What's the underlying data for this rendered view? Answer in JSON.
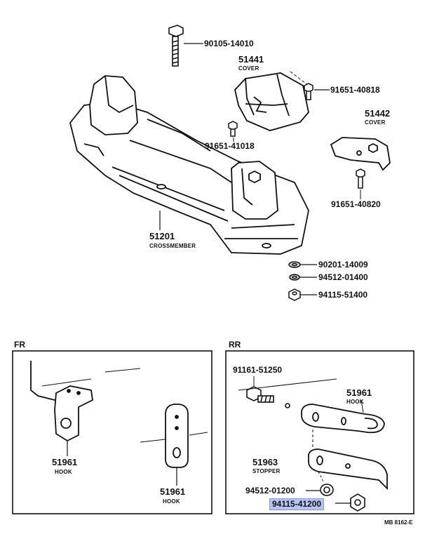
{
  "parts": {
    "bolt_top": "90105-14010",
    "cover1_num": "51441",
    "cover1_name": "COVER",
    "screw_a": "91651-40818",
    "cover2_num": "51442",
    "cover2_name": "COVER",
    "screw_b": "91651-41018",
    "screw_c": "91651-40820",
    "crossmember_num": "51201",
    "crossmember_name": "CROSSMEMBER",
    "washer1": "90201-14009",
    "washer2": "94512-01400",
    "nut1": "94115-51400"
  },
  "fr": {
    "label": "FR",
    "hook1_num": "51961",
    "hook1_name": "HOOK",
    "hook2_num": "51961",
    "hook2_name": "HOOK"
  },
  "rr": {
    "label": "RR",
    "bolt": "91161-51250",
    "hook_num": "51961",
    "hook_name": "HOOK",
    "stopper_num": "51963",
    "stopper_name": "STOPPER",
    "washer": "94512-01200",
    "nut": "94115-41200"
  },
  "footer": "MB 8162-E"
}
